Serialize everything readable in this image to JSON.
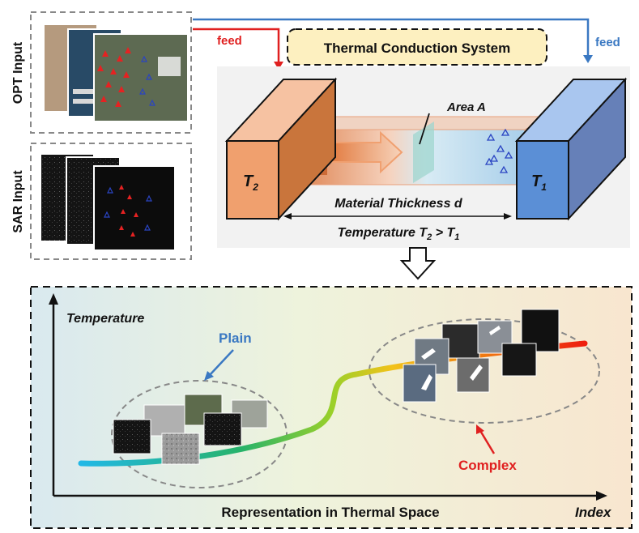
{
  "inputs": {
    "opt_label": "OPT Input",
    "sar_label": "SAR Input",
    "feed_left": "feed",
    "feed_right": "feed"
  },
  "system": {
    "title": "Thermal Conduction System",
    "t2_symbol": "T",
    "t2_sub": "2",
    "t1_symbol": "T",
    "t1_sub": "1",
    "area_label": "Area A",
    "thickness_label": "Material Thickness d",
    "temp_prefix": "Temperature T",
    "temp_sub1": "2",
    "temp_gt": " > T",
    "temp_sub2": "1"
  },
  "plot": {
    "y_axis_label": "Temperature",
    "x_axis_label": "Representation in Thermal Space",
    "x_end_label": "Index",
    "plain_label": "Plain",
    "complex_label": "Complex"
  },
  "colors": {
    "feed_left": "#e02020",
    "feed_right": "#3a78c2",
    "plain": "#3a78c2",
    "complex": "#e02020",
    "hot_block": "#f0a06e",
    "cold_block": "#5b8fd6"
  }
}
